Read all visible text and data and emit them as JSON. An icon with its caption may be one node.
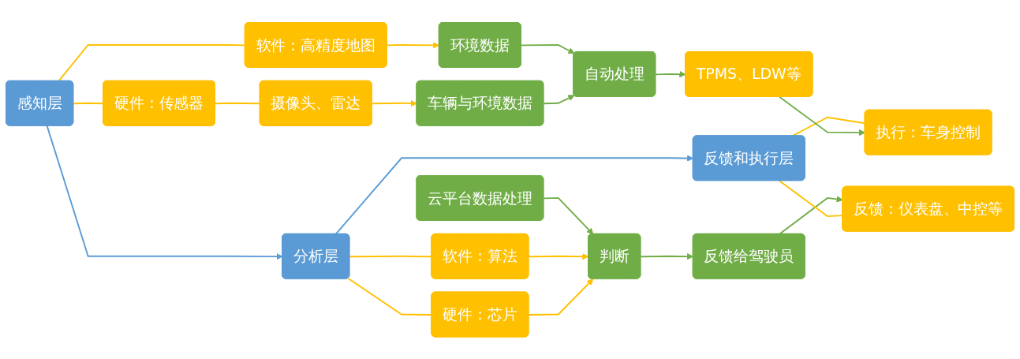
{
  "diagram": {
    "nodes": [
      {
        "text": [
          "感知层"
        ]
      },
      {
        "text": [
          "软件：高精度地图"
        ]
      },
      {
        "text": [
          "硬件：传感器"
        ]
      },
      {
        "text": [
          "摄像头、雷达"
        ]
      },
      {
        "text": [
          "环境数据"
        ]
      },
      {
        "text": [
          "车辆与环境数据"
        ]
      },
      {
        "text": [
          "云平台数据处理"
        ]
      },
      {
        "text": [
          "分析层"
        ]
      },
      {
        "text": [
          "软件：算法"
        ]
      },
      {
        "text": [
          "硬件：芯片"
        ]
      },
      {
        "text": [
          "判断"
        ]
      },
      {
        "text": [
          "反馈和执行层"
        ]
      },
      {
        "text": [
          "反馈：仪表盘、中控等"
        ]
      },
      {
        "text": [
          "反馈给驾驶员"
        ]
      },
      {
        "text": [
          "执行：车身控制"
        ]
      },
      {
        "text": [
          "TPMS、LDW等"
        ]
      },
      {
        "text": [
          "自动处理"
        ]
      }
    ],
    "edges": [
      {
        "from": 0,
        "to": 1,
        "arrow": "none"
      },
      {
        "from": 0,
        "to": 2,
        "arrow": "none"
      },
      {
        "from": 0,
        "to": 7,
        "arrow": "to",
        "color": "#5b9bd5"
      },
      {
        "from": 1,
        "to": 4,
        "arrow": "to"
      },
      {
        "from": 2,
        "to": 3,
        "arrow": "none"
      },
      {
        "from": 3,
        "to": 5,
        "arrow": "to"
      },
      {
        "from": 4,
        "to": 16,
        "arrow": "to",
        "color": "#70ad47"
      },
      {
        "from": 5,
        "to": 16,
        "arrow": "to",
        "color": "#70ad47"
      },
      {
        "from": 6,
        "to": 10,
        "arrow": "to",
        "color": "#70ad47"
      },
      {
        "from": 7,
        "to": 8,
        "arrow": "none"
      },
      {
        "from": 7,
        "to": 9,
        "arrow": "none"
      },
      {
        "from": 7,
        "to": 11,
        "arrow": "to",
        "color": "#5b9bd5"
      },
      {
        "from": 8,
        "to": 10,
        "arrow": "to"
      },
      {
        "from": 9,
        "to": 10,
        "arrow": "to"
      },
      {
        "from": 10,
        "to": 13,
        "arrow": "to",
        "color": "#70ad47"
      },
      {
        "from": 13,
        "to": 12,
        "arrow": "to",
        "color": "#70ad47"
      },
      {
        "from": 11,
        "to": 12,
        "arrow": "none"
      },
      {
        "from": 11,
        "to": 14,
        "arrow": "none"
      },
      {
        "from": 16,
        "to": 15,
        "arrow": "to",
        "color": "#70ad47"
      },
      {
        "from": 15,
        "to": 14,
        "arrow": "to",
        "color": "#70ad47"
      }
    ]
  }
}
